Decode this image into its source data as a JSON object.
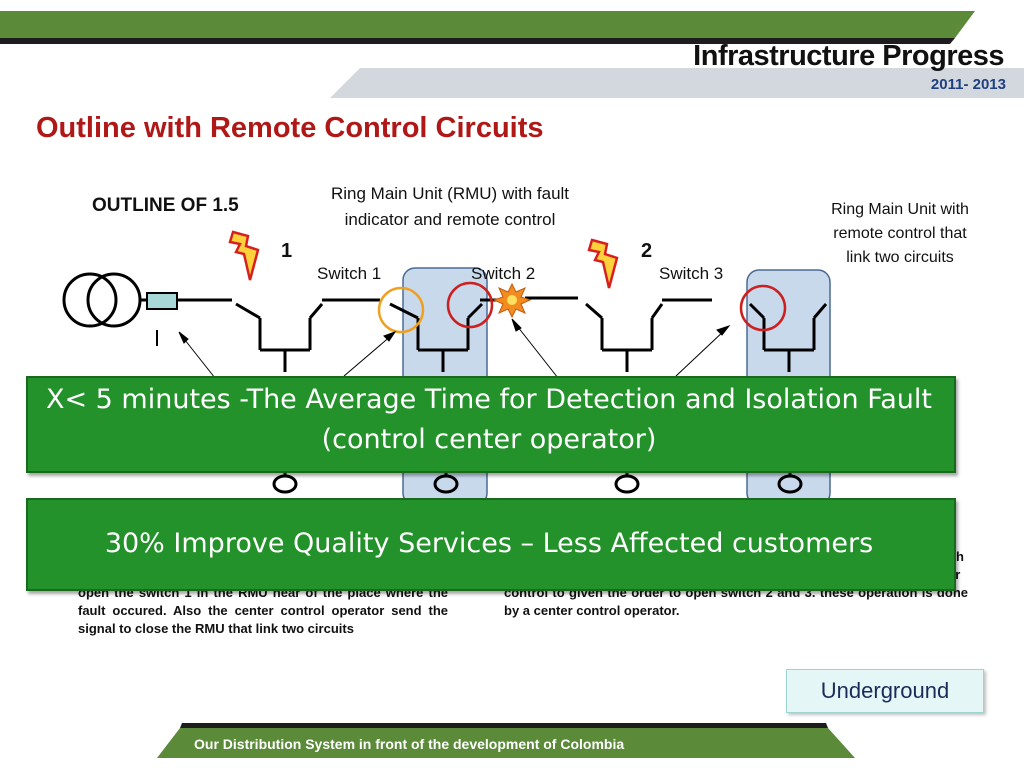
{
  "header": {
    "title": "Infrastructure Progress",
    "years": "2011- 2013"
  },
  "subtitle": "Outline with Remote Control Circuits",
  "diagram": {
    "outline_label": "OUTLINE OF 1.5",
    "rmu_label": "Ring Main Unit (RMU) with fault indicator and remote control",
    "rmu_link_label": "Ring Main Unit with remote control that link two circuits",
    "fault_numbers": [
      "1",
      "2"
    ],
    "switches": [
      "Switch 1",
      "Switch 2",
      "Switch 3"
    ]
  },
  "descriptions": {
    "left": "open the switch 1 in the RMU near of the place where the fault occured. Also the center control operator send the signal to close the RMU that link two circuits",
    "right_fragment_1": "h",
    "right_fragment_2": "er",
    "right": "control to given the order to open switch 2 and 3. these operation is done by a center control operator."
  },
  "banners": {
    "time": "X< 5 minutes -The Average Time for Detection and Isolation Fault (control center operator)",
    "quality": "30% Improve Quality Services – Less Affected customers"
  },
  "badge": "Underground",
  "footer": "Our Distribution System in front of the development of Colombia",
  "colors": {
    "accent_green": "#23922a",
    "header_green": "#5b8a38",
    "title_red": "#b01818",
    "rmu_box": "#c9d9ec",
    "fault_circle_red": "#cc1f1f",
    "fault_circle_orange": "#f0a020"
  }
}
